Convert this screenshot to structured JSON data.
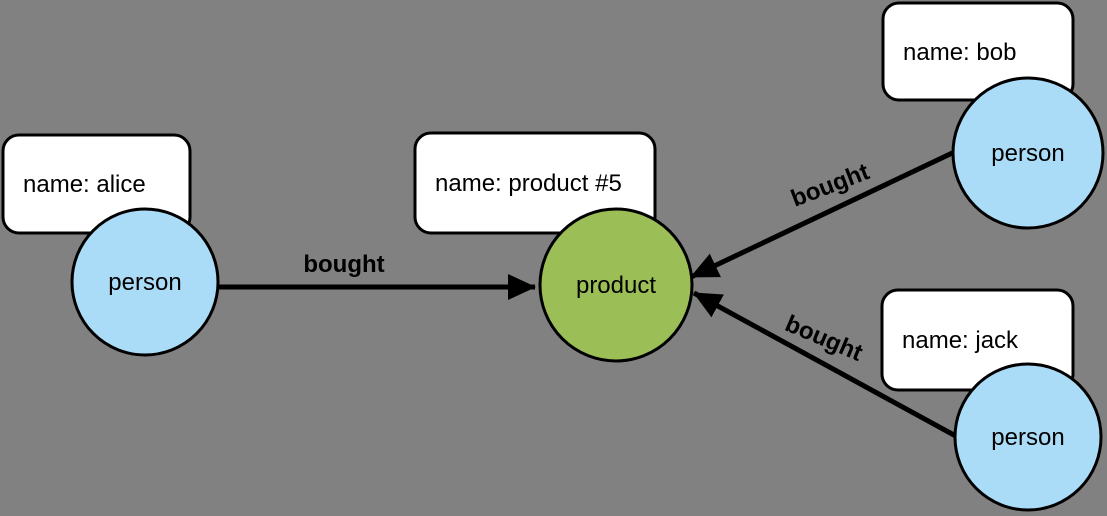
{
  "canvas": {
    "background_color": "#818181",
    "stroke_color": "#000000",
    "box_fill_color": "#ffffff"
  },
  "graph": {
    "nodes": [
      {
        "id": "alice",
        "label": "person",
        "property": "name: alice",
        "fill": "#abdcf7"
      },
      {
        "id": "product5",
        "label": "product",
        "property": "name: product #5",
        "fill": "#9bbe57"
      },
      {
        "id": "bob",
        "label": "person",
        "property": "name: bob",
        "fill": "#abdcf7"
      },
      {
        "id": "jack",
        "label": "person",
        "property": "name: jack",
        "fill": "#abdcf7"
      }
    ],
    "edges": [
      {
        "from": "alice",
        "to": "product5",
        "label": "bought"
      },
      {
        "from": "bob",
        "to": "product5",
        "label": "bought"
      },
      {
        "from": "jack",
        "to": "product5",
        "label": "bought"
      }
    ]
  }
}
